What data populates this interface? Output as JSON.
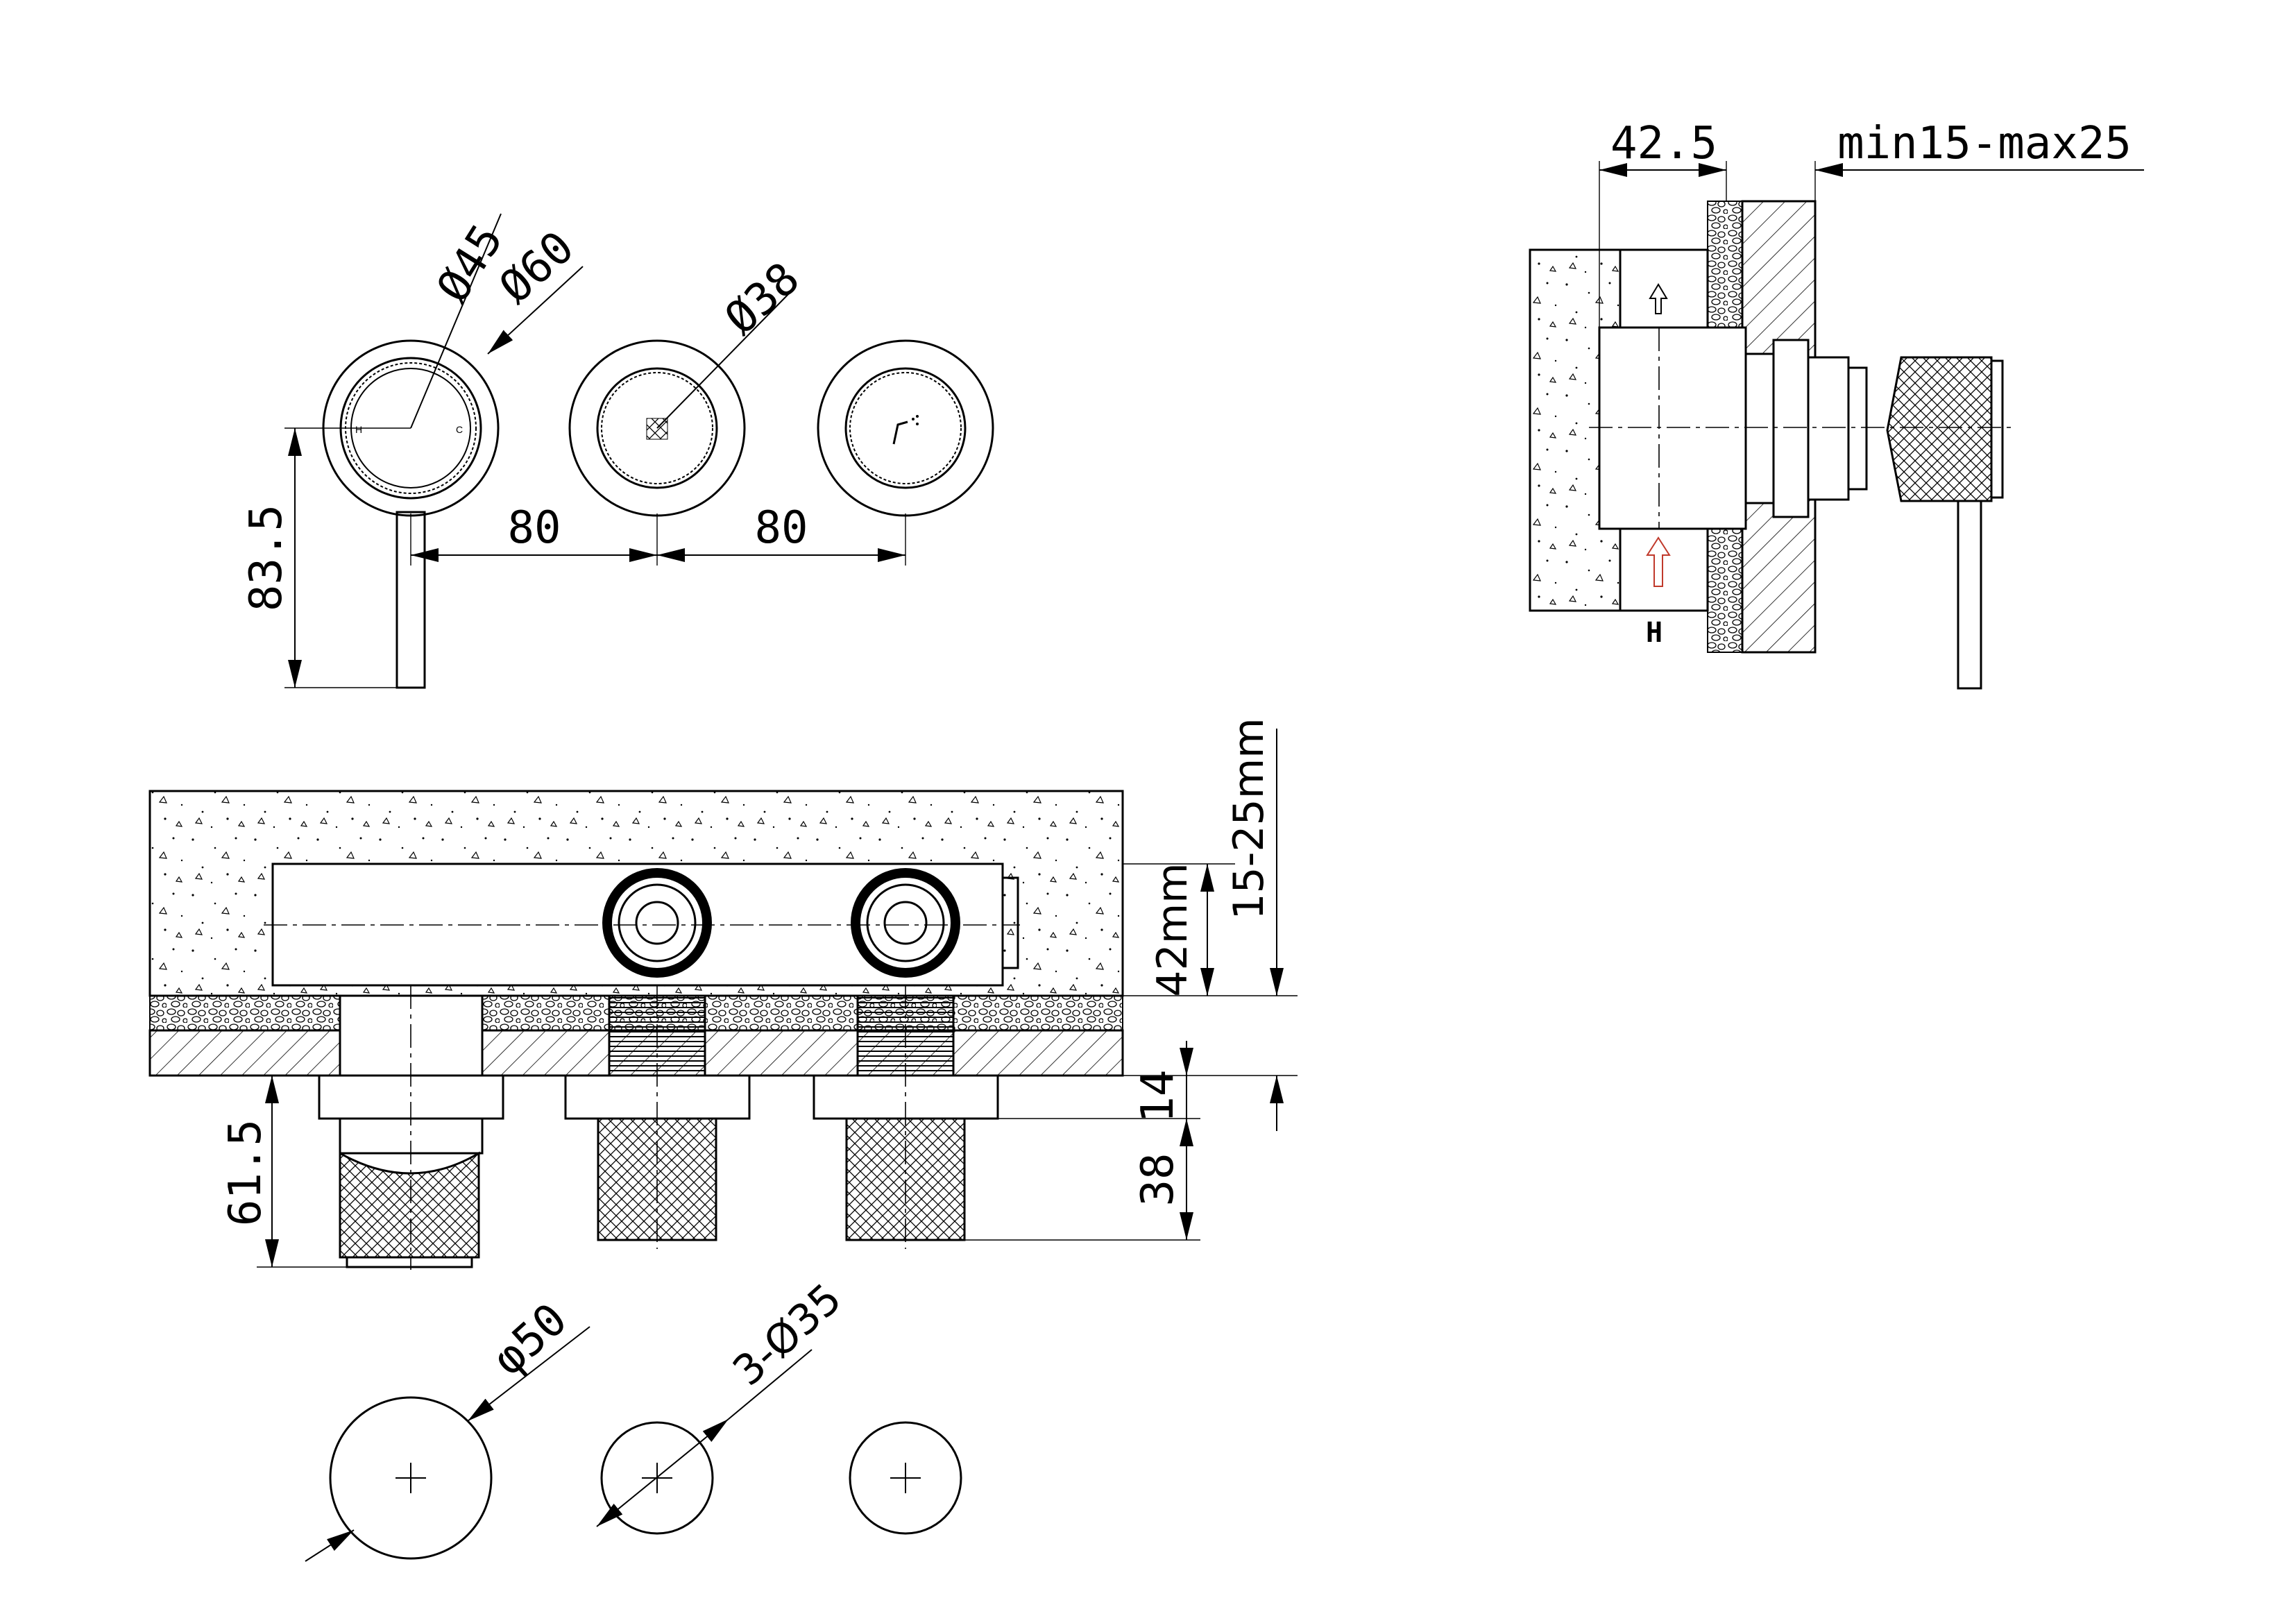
{
  "front_view": {
    "dia_45": "Ø45",
    "dia_60": "Ø60",
    "dia_38": "Ø38",
    "spacing_1": "80",
    "spacing_2": "80",
    "height": "83.5",
    "hot_label": "H",
    "cold_label": "C"
  },
  "side_view": {
    "depth": "42.5",
    "wall_range": "min15-max25",
    "hot_label": "H"
  },
  "installation_view": {
    "body_depth": "42mm",
    "wall_thickness": "15-25mm",
    "plate": "14",
    "handle_projection": "61.5",
    "knob_projection": "38"
  },
  "cutouts": {
    "big_hole": "φ50",
    "small_holes": "3-Ø35"
  },
  "colors": {
    "line": "#000000",
    "hot_arrow": "#c0392b",
    "background": "#ffffff"
  }
}
